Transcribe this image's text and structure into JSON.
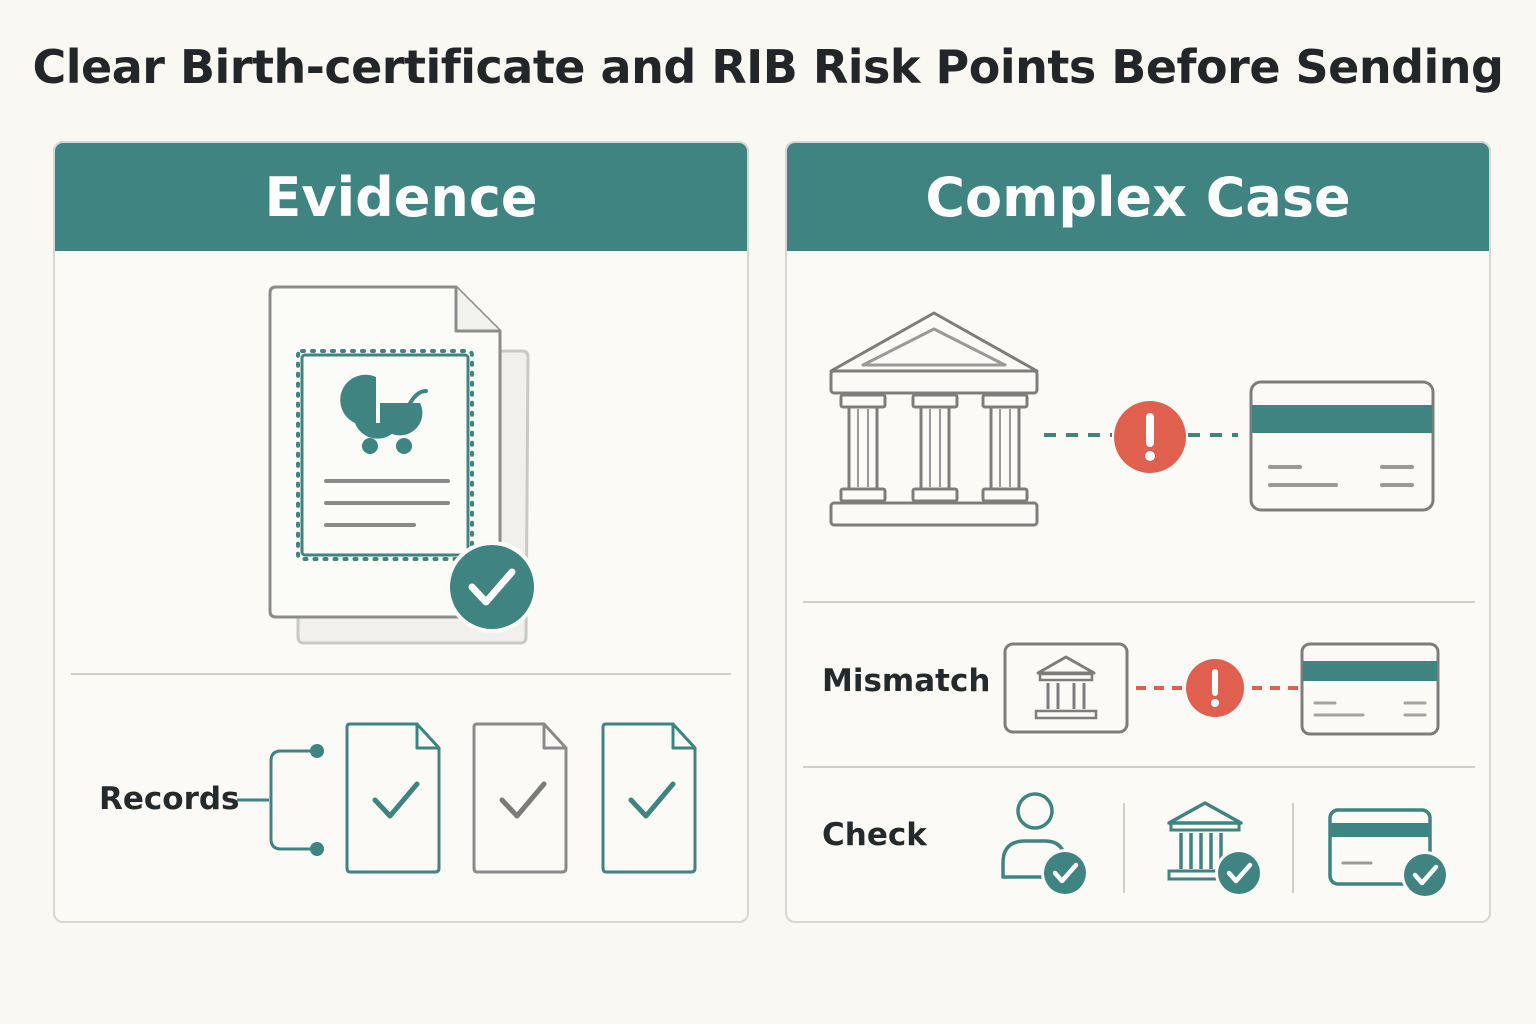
{
  "title": "Clear Birth-certificate and RIB Risk Points Before Sending",
  "evidence": {
    "header": "Evidence",
    "records_label": "Records"
  },
  "complex_case": {
    "header": "Complex Case",
    "mismatch_label": "Mismatch",
    "check_label": "Check"
  },
  "icons": {
    "certificate": "birth-certificate-icon",
    "stroller": "baby-stroller-icon",
    "check": "check-circle-icon",
    "bank": "bank-building-icon",
    "card": "bank-card-icon",
    "warning": "exclamation-circle-icon",
    "person": "person-icon",
    "document": "document-check-icon"
  },
  "colors": {
    "teal": "#3f8481",
    "warning_red": "#e0604f",
    "gray_line": "#7b7b7b",
    "background": "#faf8f2"
  }
}
